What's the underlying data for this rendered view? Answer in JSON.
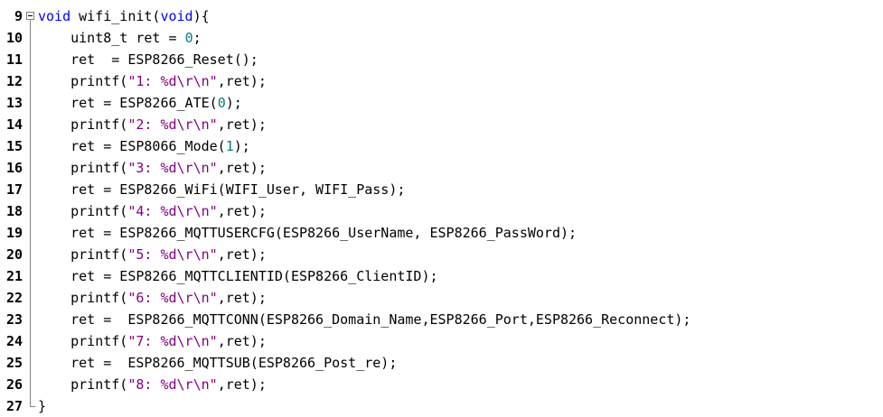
{
  "editor": {
    "lines": [
      {
        "no": "9",
        "tokens": [
          {
            "t": "void",
            "c": "kw"
          },
          {
            "t": " wifi_init(",
            "c": ""
          },
          {
            "t": "void",
            "c": "kw"
          },
          {
            "t": "){",
            "c": ""
          }
        ]
      },
      {
        "no": "10",
        "tokens": [
          {
            "t": "    uint8_t ret = ",
            "c": ""
          },
          {
            "t": "0",
            "c": "num"
          },
          {
            "t": ";",
            "c": ""
          }
        ]
      },
      {
        "no": "11",
        "tokens": [
          {
            "t": "    ret  = ESP8266_Reset();",
            "c": ""
          }
        ]
      },
      {
        "no": "12",
        "tokens": [
          {
            "t": "    printf(",
            "c": ""
          },
          {
            "t": "\"1: %d\\r\\n\"",
            "c": "str"
          },
          {
            "t": ",ret);",
            "c": ""
          }
        ]
      },
      {
        "no": "13",
        "tokens": [
          {
            "t": "    ret = ESP8266_ATE(",
            "c": ""
          },
          {
            "t": "0",
            "c": "num"
          },
          {
            "t": ");",
            "c": ""
          }
        ]
      },
      {
        "no": "14",
        "tokens": [
          {
            "t": "    printf(",
            "c": ""
          },
          {
            "t": "\"2: %d\\r\\n\"",
            "c": "str"
          },
          {
            "t": ",ret);",
            "c": ""
          }
        ]
      },
      {
        "no": "15",
        "tokens": [
          {
            "t": "    ret = ESP8066_Mode(",
            "c": ""
          },
          {
            "t": "1",
            "c": "num"
          },
          {
            "t": ");",
            "c": ""
          }
        ]
      },
      {
        "no": "16",
        "tokens": [
          {
            "t": "    printf(",
            "c": ""
          },
          {
            "t": "\"3: %d\\r\\n\"",
            "c": "str"
          },
          {
            "t": ",ret);",
            "c": ""
          }
        ]
      },
      {
        "no": "17",
        "tokens": [
          {
            "t": "    ret = ESP8266_WiFi(WIFI_User, WIFI_Pass);",
            "c": ""
          }
        ]
      },
      {
        "no": "18",
        "tokens": [
          {
            "t": "    printf(",
            "c": ""
          },
          {
            "t": "\"4: %d\\r\\n\"",
            "c": "str"
          },
          {
            "t": ",ret);",
            "c": ""
          }
        ]
      },
      {
        "no": "19",
        "tokens": [
          {
            "t": "    ret = ESP8266_MQTTUSERCFG(ESP8266_UserName, ESP8266_PassWord);",
            "c": ""
          }
        ]
      },
      {
        "no": "20",
        "tokens": [
          {
            "t": "    printf(",
            "c": ""
          },
          {
            "t": "\"5: %d\\r\\n\"",
            "c": "str"
          },
          {
            "t": ",ret);",
            "c": ""
          }
        ]
      },
      {
        "no": "21",
        "tokens": [
          {
            "t": "    ret = ESP8266_MQTTCLIENTID(ESP8266_ClientID);",
            "c": ""
          }
        ]
      },
      {
        "no": "22",
        "tokens": [
          {
            "t": "    printf(",
            "c": ""
          },
          {
            "t": "\"6: %d\\r\\n\"",
            "c": "str"
          },
          {
            "t": ",ret);",
            "c": ""
          }
        ]
      },
      {
        "no": "23",
        "tokens": [
          {
            "t": "    ret =  ESP8266_MQTTCONN(ESP8266_Domain_Name,ESP8266_Port,ESP8266_Reconnect);",
            "c": ""
          }
        ]
      },
      {
        "no": "24",
        "tokens": [
          {
            "t": "    printf(",
            "c": ""
          },
          {
            "t": "\"7: %d\\r\\n\"",
            "c": "str"
          },
          {
            "t": ",ret);",
            "c": ""
          }
        ]
      },
      {
        "no": "25",
        "tokens": [
          {
            "t": "    ret =  ESP8266_MQTTSUB(ESP8266_Post_re);",
            "c": ""
          }
        ]
      },
      {
        "no": "26",
        "tokens": [
          {
            "t": "    printf(",
            "c": ""
          },
          {
            "t": "\"8: %d\\r\\n\"",
            "c": "str"
          },
          {
            "t": ",ret);",
            "c": ""
          }
        ]
      },
      {
        "no": "27",
        "tokens": [
          {
            "t": "}",
            "c": ""
          }
        ]
      }
    ]
  },
  "colors": {
    "keyword": "#0000ff",
    "number": "#008080",
    "string": "#800080",
    "text": "#000000",
    "fold_marker": "#808080"
  },
  "icons": {
    "fold_toggle": "minus-box-icon"
  }
}
